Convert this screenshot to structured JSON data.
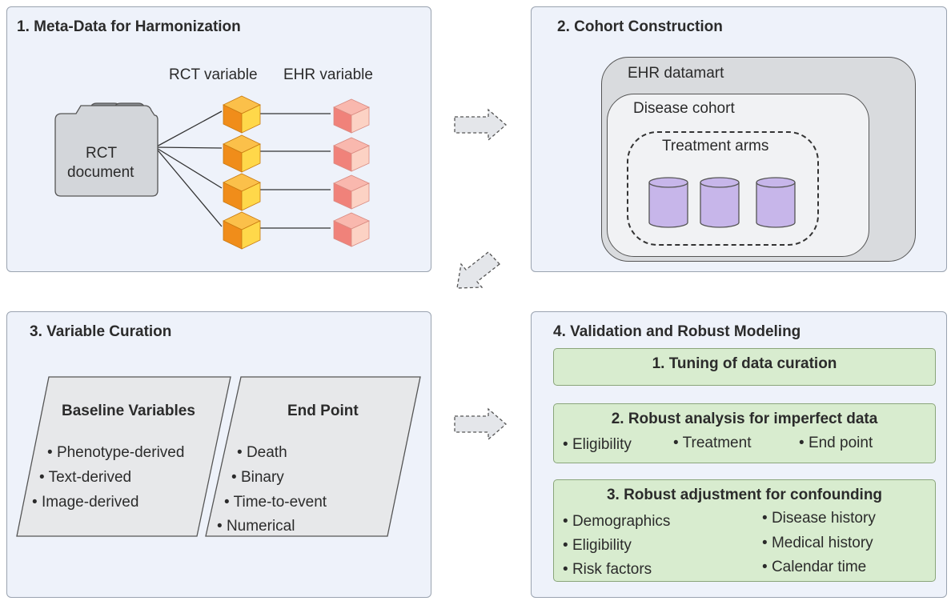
{
  "panel1": {
    "title": "1. Meta-Data for Harmonization",
    "rct_variable_label": "RCT variable",
    "ehr_variable_label": "EHR variable",
    "document_line1": "RCT",
    "document_line2": "document"
  },
  "panel2": {
    "title": "2. Cohort Construction",
    "datamart_label": "EHR datamart",
    "disease_label": "Disease cohort",
    "treatment_label": "Treatment arms"
  },
  "panel3": {
    "title": "3. Variable Curation",
    "baseline": {
      "title": "Baseline Variables",
      "items": [
        "Phenotype-derived",
        "Text-derived",
        "Image-derived"
      ]
    },
    "endpoint": {
      "title": "End Point",
      "items": [
        "Death",
        "Binary",
        "Time-to-event",
        "Numerical"
      ]
    }
  },
  "panel4": {
    "title": "4. Validation and Robust Modeling",
    "box1": {
      "title": "1. Tuning of data curation"
    },
    "box2": {
      "title": "2. Robust analysis for imperfect data",
      "items": [
        "Eligibility",
        "Treatment",
        "End point"
      ]
    },
    "box3": {
      "title": "3. Robust adjustment for confounding",
      "left_items": [
        "Demographics",
        "Eligibility",
        "Risk factors"
      ],
      "right_items": [
        "Disease history",
        "Medical history",
        "Calendar time"
      ]
    }
  },
  "colors": {
    "panel_bg": "#eef2fa",
    "rct_cube": "#f6a523",
    "ehr_cube": "#f6a9a0",
    "cylinder": "#c7b6ea",
    "green_box": "#d8eccf"
  }
}
